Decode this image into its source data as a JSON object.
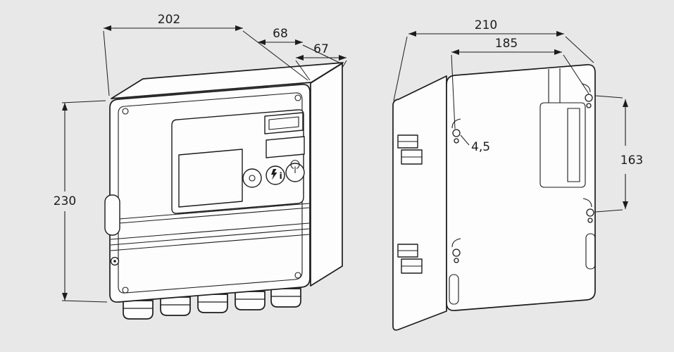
{
  "drawing": {
    "bg": "#e8e8e8",
    "line": "#1c1c1c",
    "face": "#fdfdfd"
  },
  "front_view": {
    "dims": {
      "width": "202",
      "depth_housing": "68",
      "depth_cover": "67",
      "height": "230"
    },
    "panel": {
      "info_glyph": "i"
    }
  },
  "rear_view": {
    "dims": {
      "width": "210",
      "mount_hole_spacing_h": "185",
      "mount_hole_spacing_v": "163",
      "mount_hole_diameter": "4,5"
    }
  }
}
